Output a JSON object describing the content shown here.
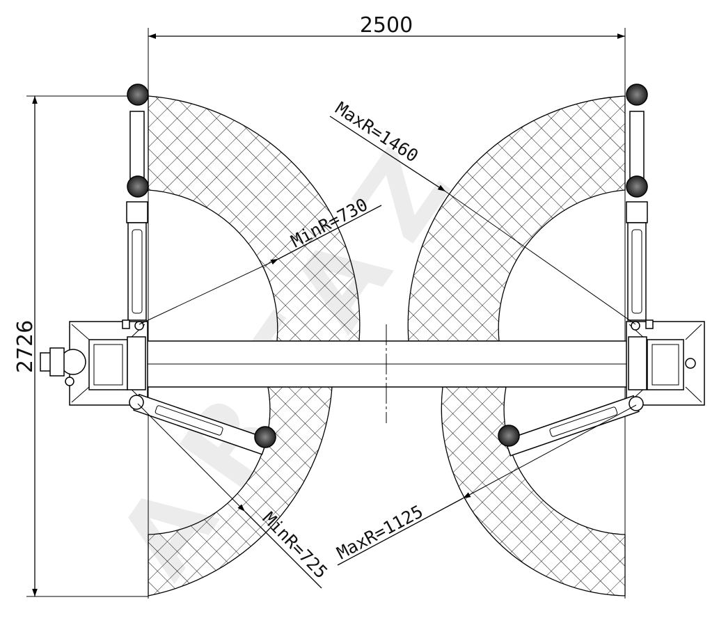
{
  "watermark": "ARTAZ",
  "dimensions": {
    "width": "2500",
    "height": "2726"
  },
  "labels": {
    "max_r_top": "MaxR=1460",
    "min_r_top": "MinR=730",
    "min_r_bottom": "MinR=725",
    "max_r_bottom": "MaxR=1125"
  }
}
